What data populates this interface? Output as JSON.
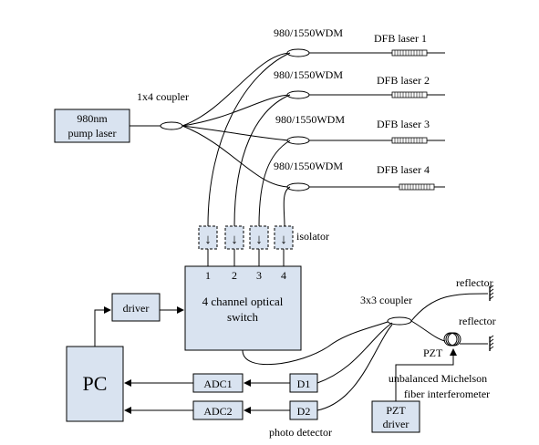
{
  "pump": {
    "line1": "980nm",
    "line2": "pump laser"
  },
  "coupler_1x4": "1x4 coupler",
  "wdm": [
    "980/1550WDM",
    "980/1550WDM",
    "980/1550WDM",
    "980/1550WDM"
  ],
  "dfb": [
    "DFB laser 1",
    "DFB laser 2",
    "DFB laser 3",
    "DFB laser 4"
  ],
  "isolator": {
    "label": "isolator",
    "symbol": "↓"
  },
  "channels": [
    "1",
    "2",
    "3",
    "4"
  ],
  "switch": {
    "line1": "4 channel optical",
    "line2": "switch"
  },
  "driver": "driver",
  "pc": "PC",
  "adc": [
    "ADC1",
    "ADC2"
  ],
  "det": [
    "D1",
    "D2"
  ],
  "photo_detector": "photo detector",
  "coupler_3x3": "3x3 coupler",
  "reflector": [
    "reflector",
    "reflector"
  ],
  "pzt": "PZT",
  "interferometer": {
    "line1": "unbalanced Michelson",
    "line2": "fiber interferometer"
  },
  "pzt_driver": {
    "line1": "PZT",
    "line2": "driver"
  },
  "colors": {
    "box_fill": "#d9e3f0",
    "line": "#000000"
  }
}
